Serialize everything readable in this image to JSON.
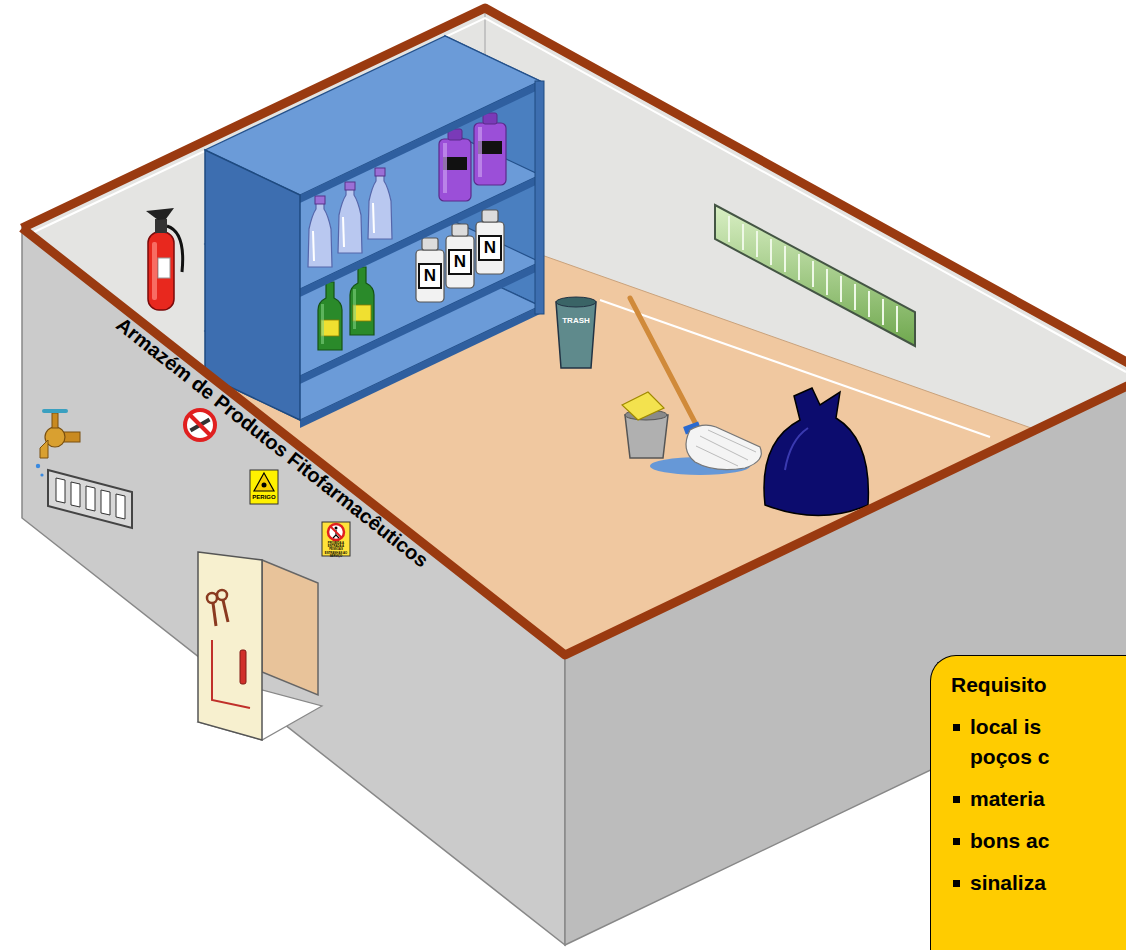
{
  "diagram": {
    "nodes": [
      {
        "text": [
          "Requisito",
          "local is poços c",
          "materia",
          "bons ac",
          "sinaliza"
        ]
      }
    ],
    "labels": [
      "Armazém de Produtos Fitofarmacêuticos",
      "N",
      "N",
      "N",
      "TRASH",
      "PERIGO",
      "PROIBIDA A ENTRADA A PESSOAS ESTRANHAS AO SERVIÇO"
    ]
  }
}
